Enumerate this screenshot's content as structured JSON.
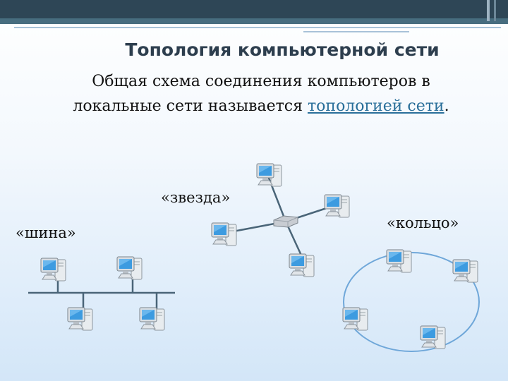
{
  "slide": {
    "title": "Топология компьютерной сети",
    "text_before": "Общая схема соединения компьютеров в локальные сети называется ",
    "term": "топологией сети",
    "text_after": "."
  },
  "labels": {
    "star": "«звезда»",
    "bus": "«шина»",
    "ring": "«кольцо»"
  },
  "colors": {
    "line": "#4a6578",
    "ring": "#6fa7d9",
    "monitor_screen": "#3d9be0",
    "case": "#e6eaee"
  },
  "icons": [
    "computer-icon",
    "network-switch-icon"
  ]
}
